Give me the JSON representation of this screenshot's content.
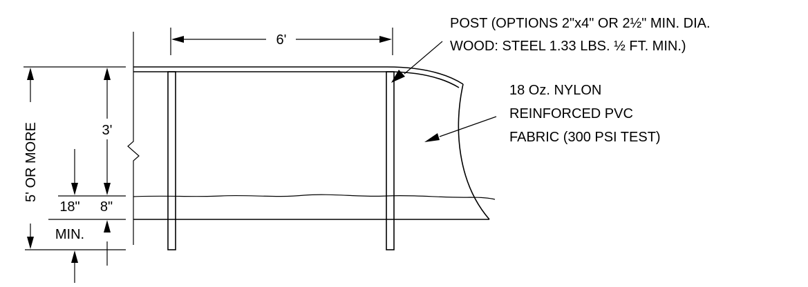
{
  "dimensions": {
    "post_spacing": "6'",
    "total_height": "5' OR MORE",
    "upper_fabric": "3'",
    "bottom_gap": "8\"",
    "embed_value": "18\"",
    "embed_note": "MIN."
  },
  "callouts": {
    "post_line1": "POST (OPTIONS 2\"x4\" OR 2½\" MIN. DIA.",
    "post_line2": "WOOD: STEEL 1.33 LBS. ½ FT. MIN.)",
    "fabric_line1": "18 Oz. NYLON",
    "fabric_line2": "REINFORCED PVC",
    "fabric_line3": "FABRIC (300 PSI TEST)"
  }
}
